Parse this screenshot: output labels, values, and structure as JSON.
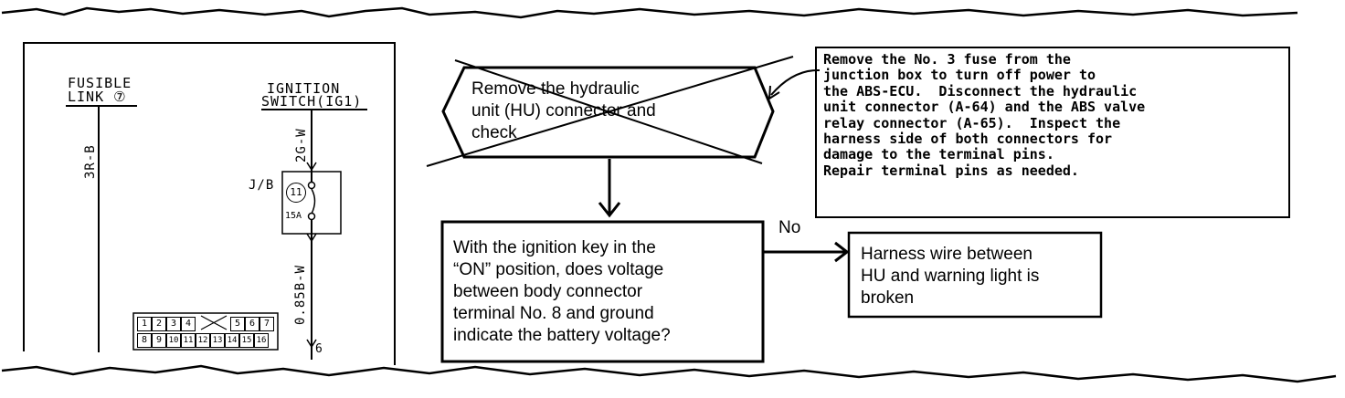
{
  "wiring": {
    "fusible_link_label_1": "FUSIBLE",
    "fusible_link_label_2": "LINK ⑦",
    "wire_fusible": "3R-B",
    "ignition_label_1": "IGNITION",
    "ignition_label_2": "SWITCH(IG1)",
    "wire_ignition": "2G-W",
    "junction_block_label": "J/B",
    "fuse_number": "11",
    "fuse_rating": "15A",
    "wire_lower": "0.85B-W",
    "pin_label": "6",
    "connector_pins_top": [
      "1",
      "2",
      "3",
      "4",
      "5",
      "6",
      "7"
    ],
    "connector_pins_bottom": [
      "8",
      "9",
      "10",
      "11",
      "12",
      "13",
      "14",
      "15",
      "16"
    ]
  },
  "flowchart": {
    "crossed_step": "Remove the hydraulic\nunit (HU) connector and\ncheck",
    "note": "Remove the No. 3 fuse from the\njunction box to turn off power to\nthe ABS-ECU.  Disconnect the hydraulic\nunit connector (A-64) and the ABS valve\nrelay connector (A-65).  Inspect the\nharness side of both connectors for\ndamage to the terminal pins.\nRepair terminal pins as needed.",
    "question": "With the ignition key in the\n“ON” position, does voltage\nbetween body connector\nterminal No. 8 and ground\nindicate the battery voltage?",
    "no_label": "No",
    "result": "Harness wire between\nHU and warning light is\nbroken"
  }
}
